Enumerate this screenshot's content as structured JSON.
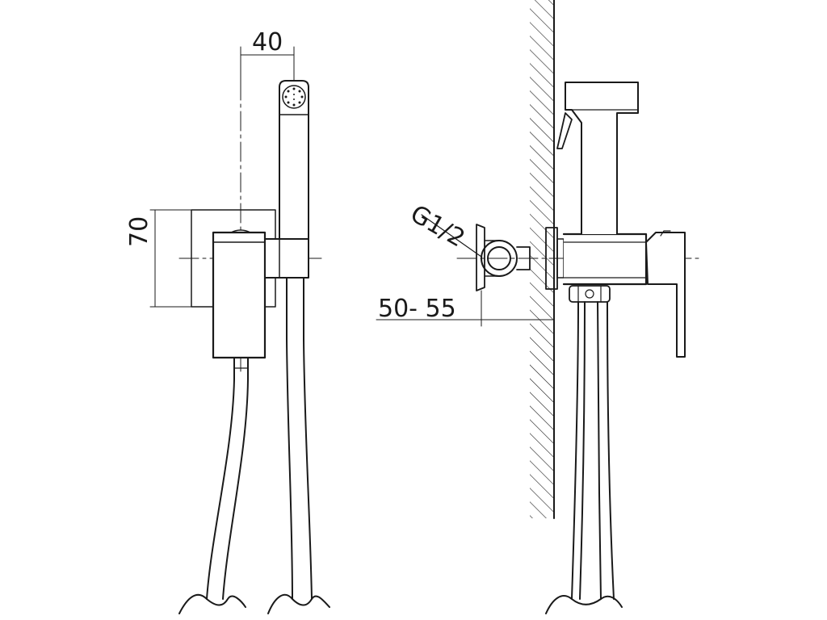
{
  "labels": {
    "dim_width": "40",
    "dim_height": "70",
    "dim_depth": "50- 55",
    "thread": "G1/2"
  },
  "colors": {
    "line": "#1a1a1a",
    "background": "#ffffff"
  }
}
